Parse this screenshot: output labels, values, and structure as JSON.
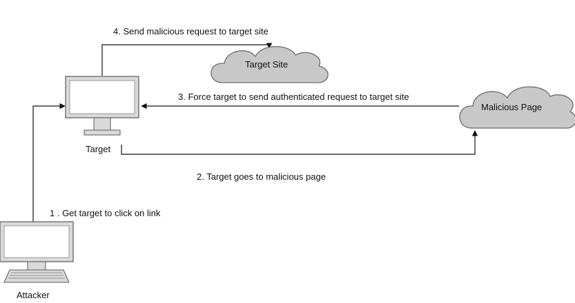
{
  "nodes": {
    "target_computer": {
      "label": "Target",
      "icon": "desktop-monitor-icon"
    },
    "attacker_computer": {
      "label": "Attacker",
      "icon": "desktop-monitor-icon"
    },
    "target_site": {
      "label": "Target Site",
      "shape": "cloud"
    },
    "malicious_page": {
      "label": "Malicious Page",
      "shape": "cloud"
    }
  },
  "edges": [
    {
      "label": "1 . Get target to click on link",
      "from": "attacker_computer",
      "to": "target_computer"
    },
    {
      "label": "2. Target goes to malicious page",
      "from": "target_computer",
      "to": "malicious_page"
    },
    {
      "label": "3. Force target to send authenticated request to target site",
      "from": "malicious_page",
      "to": "target_computer"
    },
    {
      "label": "4. Send malicious request to target site",
      "from": "target_computer",
      "to": "target_site"
    }
  ],
  "colors": {
    "cloud_fill": "#c8c8c8",
    "cloud_stroke": "#6b6b6b",
    "monitor_frame": "#d9d9d9",
    "monitor_stroke": "#5a5a5a",
    "line": "#111111"
  }
}
